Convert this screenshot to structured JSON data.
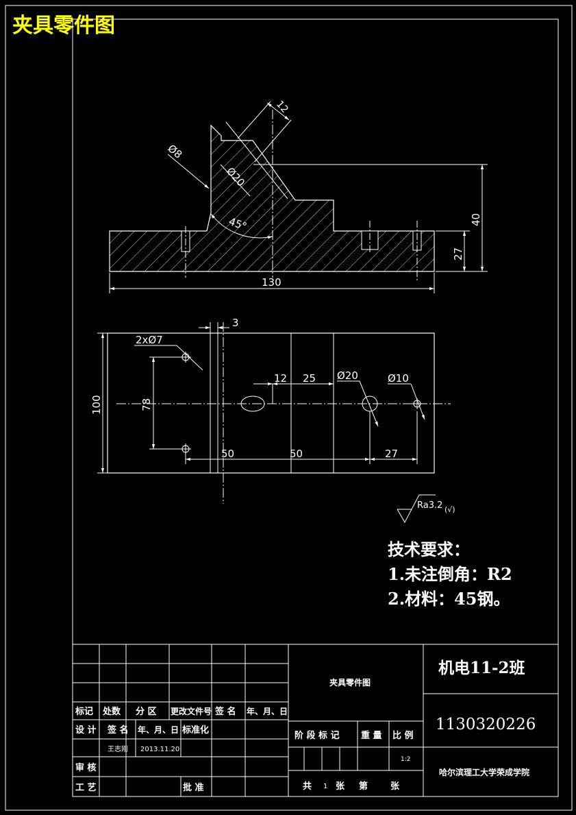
{
  "sheet": {
    "title_overlay": "夹具零件图",
    "title_color": "#ffff00",
    "line_color": "#ffffff",
    "background": "#000000"
  },
  "front_view": {
    "dim_12": "12",
    "dim_d8": "Ø8",
    "dim_d20": "Ø20",
    "angle": "45°",
    "dim_40": "40",
    "dim_27": "27",
    "dim_130": "130"
  },
  "top_view": {
    "dim_3": "3",
    "holes_label": "2xØ7",
    "dim_78": "78",
    "dim_100": "100",
    "dim_12": "12",
    "dim_25": "25",
    "dim_d20": "Ø20",
    "dim_d10": "Ø10",
    "dim_50a": "50",
    "dim_50b": "50",
    "dim_27": "27"
  },
  "roughness": {
    "value": "Ra3.2",
    "suffix": "(√)"
  },
  "tech_requirements": {
    "heading": "技术要求：",
    "item1": "1.未注倒角：R2",
    "item2": "2.材料：45钢。"
  },
  "title_block": {
    "drawing_name": "夹具零件图",
    "class_name": "机电11-2班",
    "student_id": "1130320226",
    "school": "哈尔滨理工大学荣成学院",
    "header_row": [
      "标记",
      "处数",
      "分 区",
      "更改文件号",
      "签 名",
      "年、月、日"
    ],
    "design_row": [
      "设 计",
      "签 名",
      "年、月、日",
      "标准化"
    ],
    "designer": "王志刚",
    "date": "2013.11.20",
    "review": "审 核",
    "process": "工 艺",
    "approve": "批 准",
    "stage_mark": "阶 段 标 记",
    "weight": "重 量",
    "scale": "比 例",
    "scale_value": "1:2",
    "sheets_total": "共",
    "sheets_num": "1",
    "sheets_unit": "张",
    "sheet_no": "第",
    "sheet_unit2": "张"
  }
}
